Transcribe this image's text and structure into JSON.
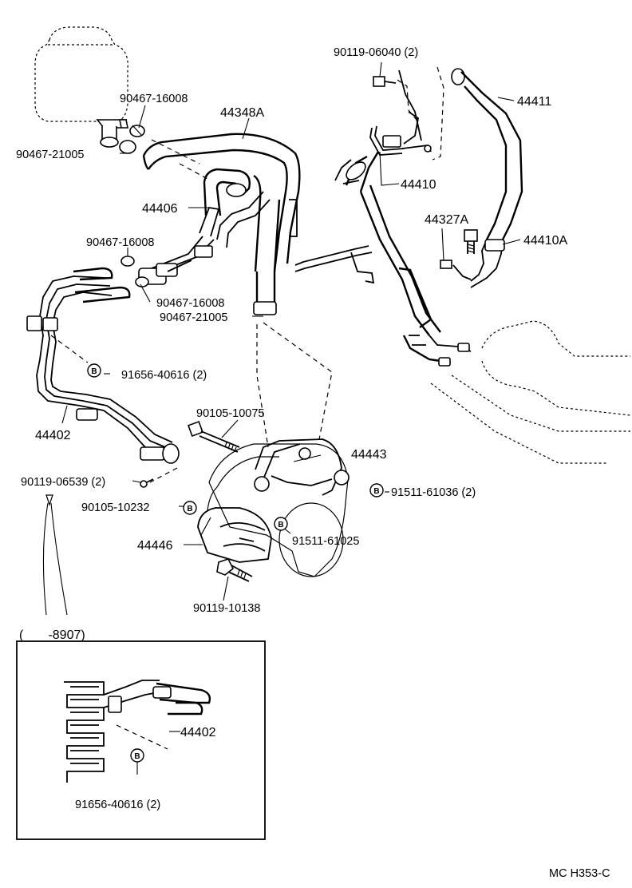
{
  "parts": {
    "p90467_16008_a": "90467-16008",
    "p90467_21005_a": "90467-21005",
    "p44348A": "44348A",
    "p44406": "44406",
    "p90467_16008_b": "90467-16008",
    "p90467_16008_c": "90467-16008",
    "p90467_21005_b": "90467-21005",
    "p91656_40616": "91656-40616 (2)",
    "p44402": "44402",
    "p90119_06539": "90119-06539 (2)",
    "p90105_10232": "90105-10232",
    "p44446": "44446",
    "p90119_10138": "90119-10138",
    "p90105_10075": "90105-10075",
    "p44443": "44443",
    "p91511_61036": "91511-61036 (2)",
    "p91511_61025": "91511-61025",
    "p90119_06040": "90119-06040 (2)",
    "p44411": "44411",
    "p44410": "44410",
    "p44327A": "44327A",
    "p44410A": "44410A"
  },
  "inset": {
    "title": "(       -8907)",
    "p44402": "44402",
    "p91656_40616": "91656-40616 (2)"
  },
  "badge_letter": "B",
  "diagram_code": "MC H353-C"
}
